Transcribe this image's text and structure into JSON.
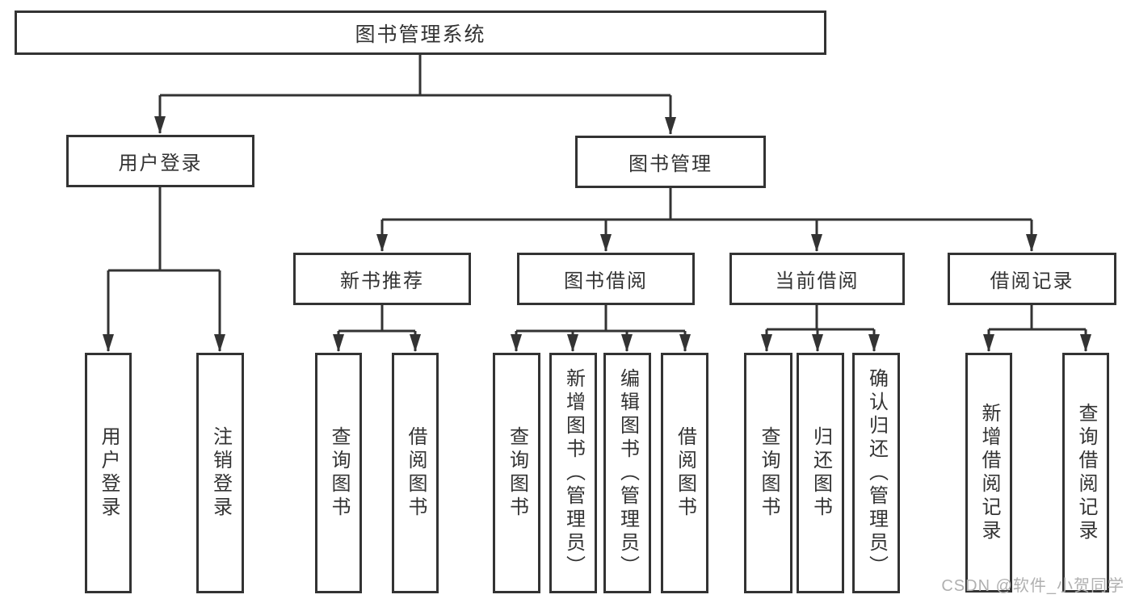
{
  "colors": {
    "line": "#333333",
    "border": "#333333",
    "text": "#333333",
    "background": "#ffffff",
    "watermark": "#b0b0b0"
  },
  "watermark": {
    "text": "CSDN @软件_小贺同学"
  },
  "diagram": {
    "root": {
      "label": "图书管理系统"
    },
    "level2": [
      {
        "label": "用户登录",
        "children": [
          {
            "label": "用户登录"
          },
          {
            "label": "注销登录"
          }
        ]
      },
      {
        "label": "图书管理",
        "children": [
          {
            "label": "新书推荐",
            "children": [
              {
                "label": "查询图书"
              },
              {
                "label": "借阅图书"
              }
            ]
          },
          {
            "label": "图书借阅",
            "children": [
              {
                "label": "查询图书"
              },
              {
                "label": "新增图书（管理员）"
              },
              {
                "label": "编辑图书（管理员）"
              },
              {
                "label": "借阅图书"
              }
            ]
          },
          {
            "label": "当前借阅",
            "children": [
              {
                "label": "查询图书"
              },
              {
                "label": "归还图书"
              },
              {
                "label": "确认归还（管理员）"
              }
            ]
          },
          {
            "label": "借阅记录",
            "children": [
              {
                "label": "新增借阅记录"
              },
              {
                "label": "查询借阅记录"
              }
            ]
          }
        ]
      }
    ]
  }
}
